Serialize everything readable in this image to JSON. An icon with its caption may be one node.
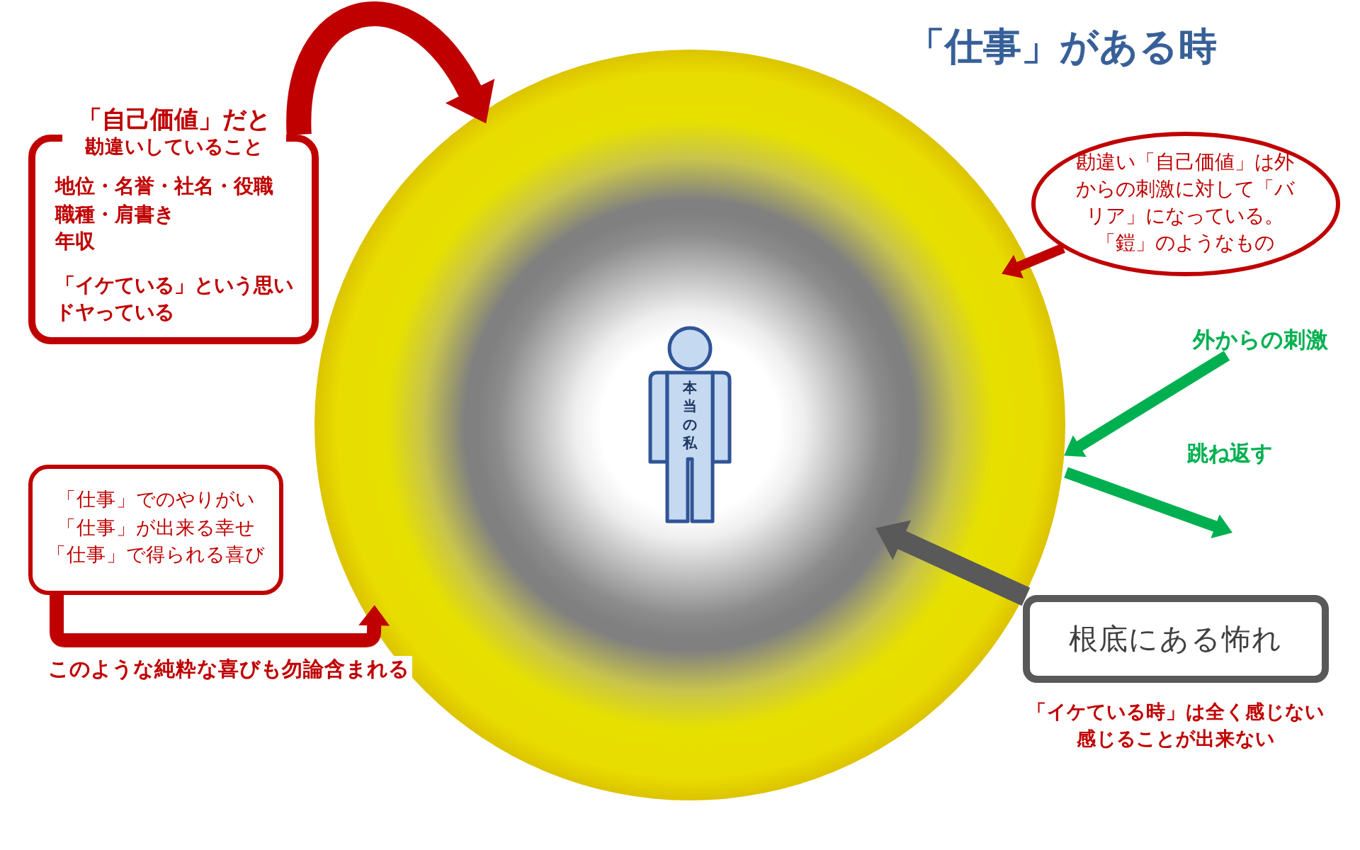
{
  "diagram": {
    "title": "「仕事」がある時",
    "nodes": [
      {
        "text": [],
        "shape": "circle"
      },
      {
        "text": [],
        "shape": "circle",
        "in": 0
      },
      {
        "text": [
          "本当の私"
        ],
        "in": 1
      },
      {
        "text": [
          "「自己価値」だと勘違いしていること",
          "地位・名誉・社名・役職",
          "職種・肩書き",
          "年収",
          "「イケている」という思い",
          "ドヤっている"
        ]
      },
      {
        "text": [
          "勘違い「自己価値」は外からの刺激に対して「バリア」になっている。「鎧」のようなもの"
        ]
      },
      {
        "text": [
          "「仕事」でのやりがい",
          "「仕事」が出来る幸せ",
          "「仕事」で得られる喜び"
        ]
      },
      {
        "text": [
          "根底にある怖れ"
        ],
        "beside": [
          "「イケている時」は全く感じない",
          "感じることが出来ない"
        ]
      },
      {
        "text": [
          "外からの刺激"
        ]
      }
    ],
    "edges": [
      {
        "from": 3,
        "to": 0,
        "arrow": "to",
        "style": "thick"
      },
      {
        "from": 4,
        "to": 0,
        "arrow": "to"
      },
      {
        "from": 5,
        "to": 0,
        "arrow": "to",
        "label": "このような純粋な喜びも勿論含まれる"
      },
      {
        "from": 6,
        "to": 1,
        "arrow": "to",
        "color": "#595959"
      },
      {
        "from": 7,
        "to": 0,
        "arrow": "to",
        "color": "#00b050"
      },
      {
        "from": 0,
        "to": null,
        "arrow": "to",
        "label": "跳ね返す",
        "color": "#00b050"
      }
    ]
  }
}
